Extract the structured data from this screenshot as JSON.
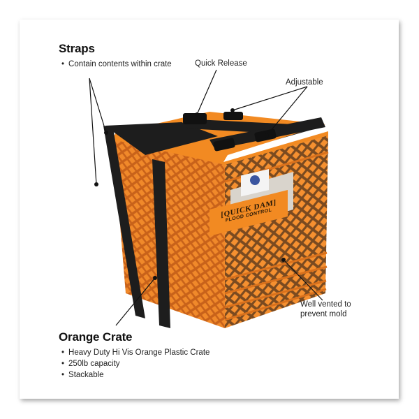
{
  "straps": {
    "heading": "Straps",
    "bullets": [
      "Contain contents within crate"
    ]
  },
  "callouts": {
    "quick_release": "Quick Release",
    "adjustable": "Adjustable",
    "vented_line1": "Well vented to",
    "vented_line2": "prevent mold"
  },
  "crate": {
    "heading": "Orange Crate",
    "bullets": [
      "Heavy Duty Hi Vis Orange Plastic Crate",
      "250lb capacity",
      "Stackable"
    ]
  },
  "product_label": {
    "line1": "[QUICK DAM]",
    "line2": "FLOOD CONTROL"
  },
  "colors": {
    "crate_orange": "#f28a22",
    "strap_black": "#1e1e1e",
    "text": "#222222"
  }
}
